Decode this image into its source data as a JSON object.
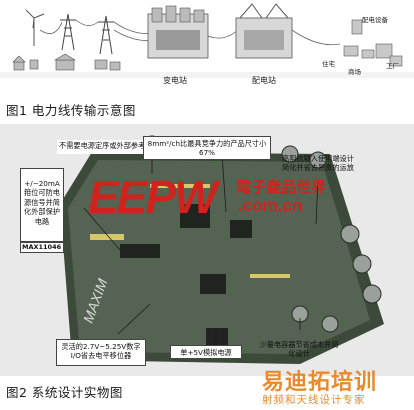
{
  "figure1": {
    "labels": {
      "substation": "变电站",
      "distribution_station": "配电站",
      "distribution_equipment": "配电设备",
      "residence": "住宅",
      "commercial": "商场",
      "factory": "工厂"
    },
    "caption": "图1 电力线传输示意图"
  },
  "figure2": {
    "callouts": {
      "no_sequence": "不需要电源定序或外部参考",
      "size": "8mm²/ch比最具竞争力的产品尺寸小67%",
      "high_impedance": "高阻抗输入使用端设计简化并省去昂贵的运放",
      "protection": "+/−20mA箝位可防电源信号并简化外部保护电路",
      "part": "MAX11046",
      "digital_io": "灵活的2.7V~5.25V数字I/O省去电平移位器",
      "analog_supply": "单+5V模拟电源",
      "caps": "少量电容器节省成本并简化设计"
    },
    "caption": "图2 系统设计实物图"
  },
  "watermarks": {
    "eepw_logo": "EEPW",
    "eepw_chinese": "電子產品世界",
    "eepw_url": ".com.cn",
    "rf_logo": "易迪拓培训",
    "rf_sub": "射频和天线设计专家"
  },
  "colors": {
    "eepw_red": "#d1231e",
    "rf_orange": "#e98a2c",
    "board_green": "#3c4a3a"
  }
}
